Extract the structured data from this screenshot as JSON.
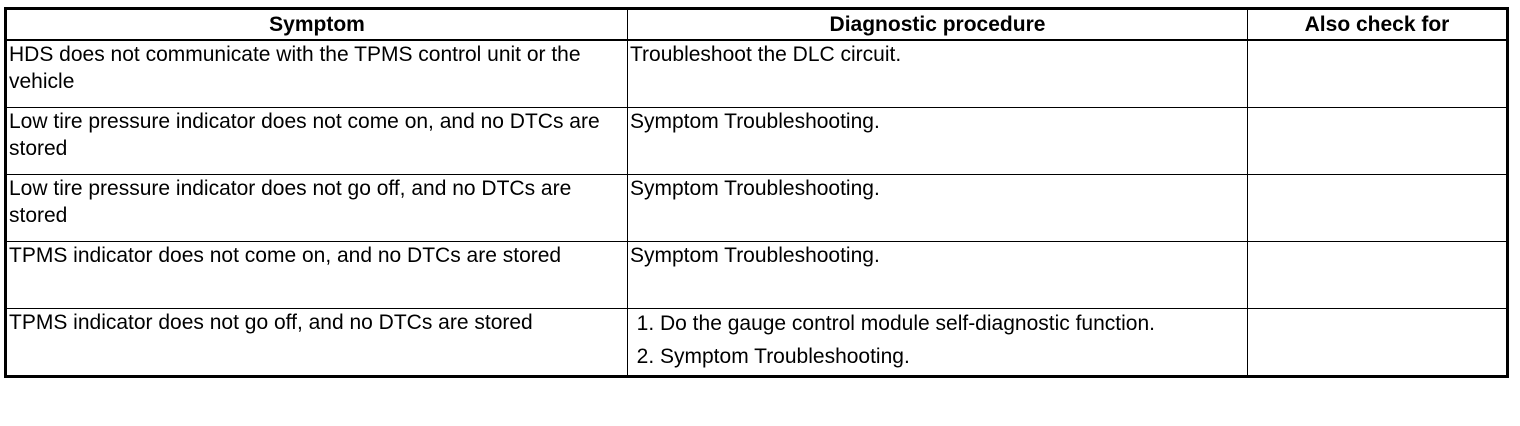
{
  "table": {
    "headers": [
      "Symptom",
      "Diagnostic procedure",
      "Also check for"
    ],
    "rows": [
      {
        "symptom": "HDS does not communicate with the TPMS control unit or the vehicle",
        "procedure": "Troubleshoot the DLC circuit.",
        "also_check": ""
      },
      {
        "symptom": "Low tire pressure indicator does not come on, and no DTCs are stored",
        "procedure": "Symptom Troubleshooting.",
        "also_check": ""
      },
      {
        "symptom": "Low tire pressure indicator does not go off, and no DTCs are stored",
        "procedure": "Symptom Troubleshooting.",
        "also_check": ""
      },
      {
        "symptom": "TPMS indicator does not come on, and no DTCs are stored",
        "procedure": "Symptom Troubleshooting.",
        "also_check": ""
      },
      {
        "symptom": "TPMS indicator does not go off, and no DTCs are stored",
        "procedure_steps": [
          "Do the gauge control module self-diagnostic function.",
          "Symptom Troubleshooting."
        ],
        "also_check": ""
      }
    ]
  }
}
